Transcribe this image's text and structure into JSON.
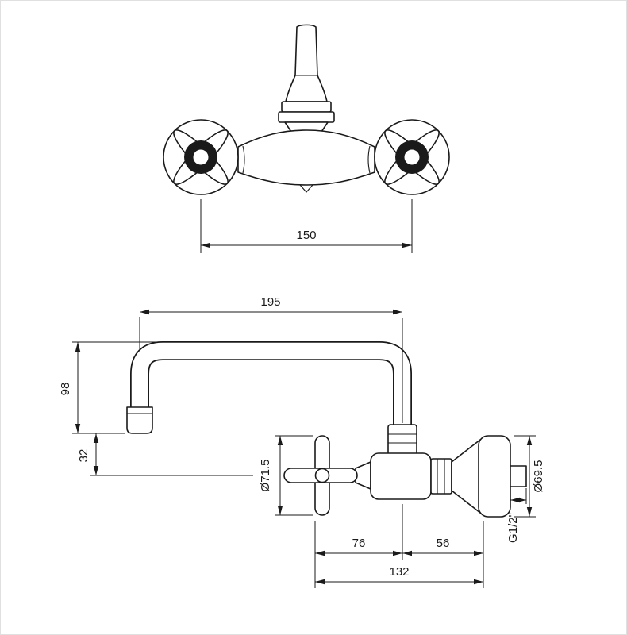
{
  "drawing": {
    "front_view": {
      "handle_spacing": "150"
    },
    "side_view": {
      "spout_reach": "195",
      "spout_height": "98",
      "outlet_drop": "32",
      "handle_diameter": "Ø71.5",
      "handle_to_center": "76",
      "center_to_wall": "56",
      "total_depth": "132",
      "connection_thread": "G1/2\"",
      "flange_diameter": "Ø69.5"
    }
  }
}
